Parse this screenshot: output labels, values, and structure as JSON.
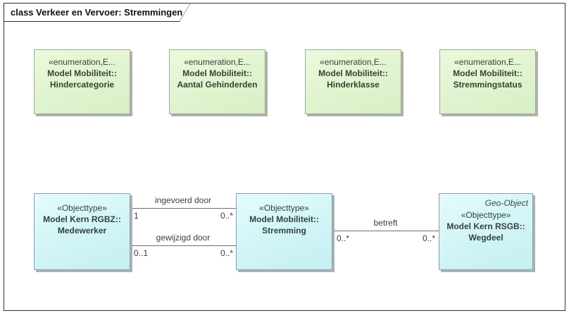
{
  "frame": {
    "title": "class Verkeer en Vervoer: Stremmingen"
  },
  "colors": {
    "enum_fill_light": "#eaf9dc",
    "enum_fill_dark": "#d7efc5",
    "enum_border": "#9dac90",
    "class_fill_light": "#e4fbfb",
    "class_fill_dark": "#c3eff3",
    "class_border": "#85a0aa",
    "shadow": "#b0b0b0",
    "line": "#707070",
    "frame_border": "#333333"
  },
  "enums": [
    {
      "stereotype": "«enumeration,E...",
      "package": "Model Mobiliteit::",
      "name": "Hindercategorie"
    },
    {
      "stereotype": "«enumeration,E...",
      "package": "Model Mobiliteit::",
      "name": "Aantal Gehinderden"
    },
    {
      "stereotype": "«enumeration,E...",
      "package": "Model Mobiliteit::",
      "name": "Hinderklasse"
    },
    {
      "stereotype": "«enumeration,E...",
      "package": "Model Mobiliteit::",
      "name": "Stremmingstatus"
    }
  ],
  "classes": [
    {
      "stereotype": "«Objecttype»",
      "package": "Model Kern RGBZ::",
      "name": "Medewerker"
    },
    {
      "stereotype": "«Objecttype»",
      "package": "Model Mobiliteit::",
      "name": "Stremming"
    },
    {
      "parent": "Geo-Object",
      "stereotype": "«Objecttype»",
      "package": "Model Kern RSGB::",
      "name": "Wegdeel"
    }
  ],
  "associations": [
    {
      "label": "ingevoerd door",
      "source_mult": "1",
      "target_mult": "0..*"
    },
    {
      "label": "gewijzigd door",
      "source_mult": "0..1",
      "target_mult": "0..*"
    },
    {
      "label": "betreft",
      "source_mult": "0..*",
      "target_mult": "0..*"
    }
  ]
}
